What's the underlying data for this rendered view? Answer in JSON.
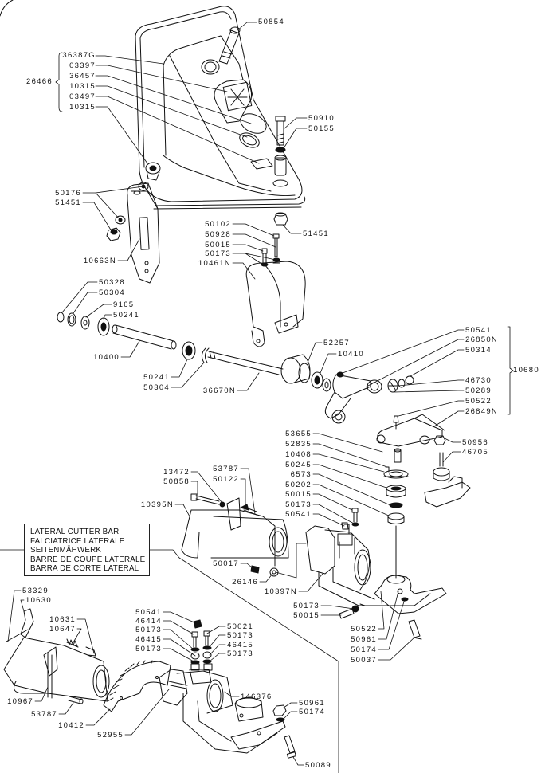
{
  "diagram": {
    "type": "exploded-parts-diagram",
    "title_lines": [
      "LATERAL  CUTTER  BAR",
      "FALCIATRICE  LATERALE",
      "SEITENMÄHWERK",
      "BARRE  DE  COUPE  LATERALE",
      "BARRA  DE  CORTE  LATERAL"
    ],
    "assemblies": {
      "cover_kit": {
        "number": "26466",
        "parts": [
          "36387G",
          "03397",
          "36457",
          "10315",
          "03497",
          "10315"
        ]
      },
      "arm_kit": {
        "number": "10680",
        "parts": [
          "50541",
          "26850N",
          "50314",
          "46730",
          "50289",
          "50522",
          "26849N"
        ]
      }
    },
    "labels": {
      "p50854": "50854",
      "p36387G": "36387G",
      "p03397": "03397",
      "p36457": "36457",
      "p10315a": "10315",
      "p03497": "03497",
      "p10315b": "10315",
      "p26466": "26466",
      "p50910": "50910",
      "p50155": "50155",
      "p50176": "50176",
      "p51451a": "51451",
      "p51451b": "51451",
      "p10663N": "10663N",
      "p50102": "50102",
      "p50928": "50928",
      "p50015a": "50015",
      "p50173a": "50173",
      "p10461N": "10461N",
      "p50328": "50328",
      "p50304a": "50304",
      "p9165": "9165",
      "p50241a": "50241",
      "p10400": "10400",
      "p50241b": "50241",
      "p50304b": "50304",
      "p36670N": "36670N",
      "p52257": "52257",
      "p10410": "10410",
      "p50541a": "50541",
      "p26850N": "26850N",
      "p50314": "50314",
      "p10680": "10680",
      "p46730": "46730",
      "p50289": "50289",
      "p50522a": "50522",
      "p26849N": "26849N",
      "p53655": "53655",
      "p52835": "52835",
      "p10408": "10408",
      "p50245": "50245",
      "p6573": "6573",
      "p50202": "50202",
      "p50015b": "50015",
      "p50173b": "50173",
      "p50541b": "50541",
      "p50956": "50956",
      "p46705": "46705",
      "p13472": "13472",
      "p50858": "50858",
      "p53787a": "53787",
      "p50122": "50122",
      "p10395N": "10395N",
      "p50017": "50017",
      "p26146": "26146",
      "p10397N": "10397N",
      "p50173c": "50173",
      "p50015c": "50015",
      "p50522b": "50522",
      "p50961a": "50961",
      "p50174a": "50174",
      "p50037": "50037",
      "p53329": "53329",
      "p10630": "10630",
      "p10631": "10631",
      "p10647": "10647",
      "p10967": "10967",
      "p53787b": "53787",
      "p10412": "10412",
      "p52955": "52955",
      "p50541c": "50541",
      "p46414": "46414",
      "p50173d": "50173",
      "p46415a": "46415",
      "p50173e": "50173",
      "p50021": "50021",
      "p50173f": "50173",
      "p46415b": "46415",
      "p50173g": "50173",
      "p146376": "146376",
      "p50961b": "50961",
      "p50174b": "50174",
      "p50089": "50089"
    }
  }
}
